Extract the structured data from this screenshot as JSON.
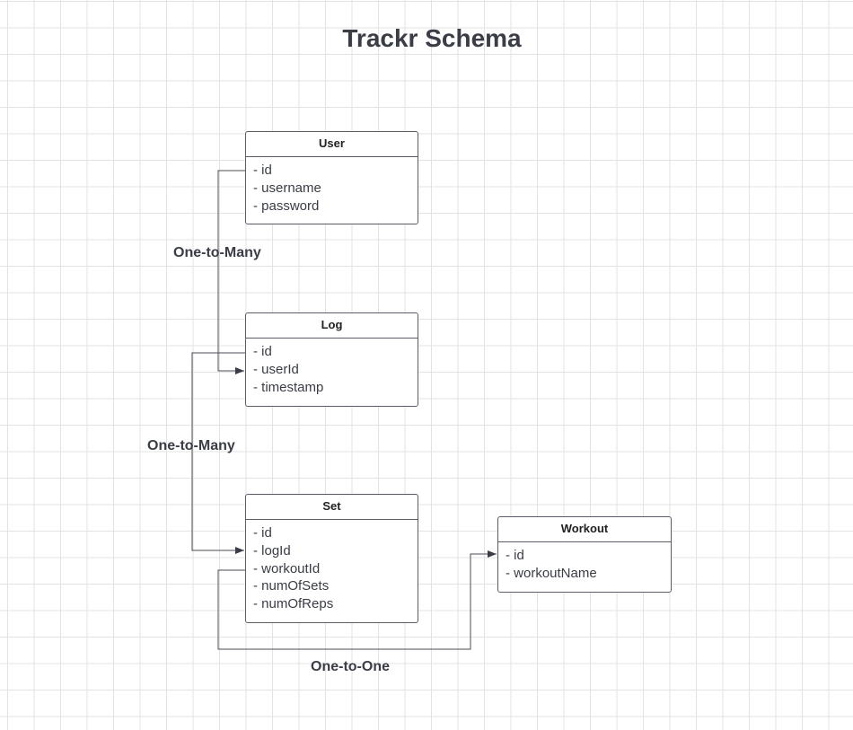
{
  "title": "Trackr Schema",
  "entities": {
    "user": {
      "name": "User",
      "fields": [
        "- id",
        "- username",
        "- password"
      ]
    },
    "log": {
      "name": "Log",
      "fields": [
        "- id",
        "- userId",
        "- timestamp"
      ]
    },
    "set": {
      "name": "Set",
      "fields": [
        "- id",
        "- logId",
        "- workoutId",
        "- numOfSets",
        "- numOfReps"
      ]
    },
    "workout": {
      "name": "Workout",
      "fields": [
        "- id",
        "- workoutName"
      ]
    }
  },
  "relationships": {
    "user_log": "One-to-Many",
    "log_set": "One-to-Many",
    "set_workout": "One-to-One"
  },
  "colors": {
    "text": "#3a3d45",
    "border": "#5a5d66",
    "grid": "#e3e3e3",
    "background": "#ffffff"
  }
}
